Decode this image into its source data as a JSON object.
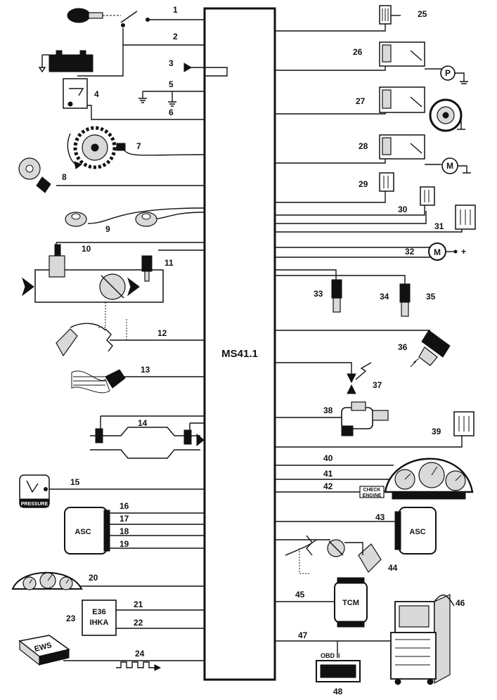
{
  "ecu": {
    "label": "MS41.1"
  },
  "labels": {
    "asc_left": "ASC",
    "asc_right": "ASC",
    "tcm": "TCM",
    "ihka_line1": "E36",
    "ihka_line2": "IHKA",
    "pressure": "PRESSURE",
    "ews": "EWS",
    "obd": "OBD II",
    "check_engine_1": "CHECK",
    "check_engine_2": "ENGINE",
    "pump_p": "P",
    "motor_m": "M",
    "plus": "+"
  },
  "left_numbers": [
    "1",
    "2",
    "3",
    "4",
    "5",
    "6",
    "7",
    "8",
    "9",
    "10",
    "11",
    "12",
    "13",
    "14",
    "15",
    "16",
    "17",
    "18",
    "19",
    "20",
    "21",
    "22",
    "23",
    "24"
  ],
  "right_numbers": [
    "25",
    "26",
    "27",
    "28",
    "29",
    "30",
    "31",
    "32",
    "33",
    "34",
    "35",
    "36",
    "37",
    "38",
    "39",
    "40",
    "41",
    "42",
    "43",
    "44",
    "45",
    "46",
    "47",
    "48"
  ]
}
